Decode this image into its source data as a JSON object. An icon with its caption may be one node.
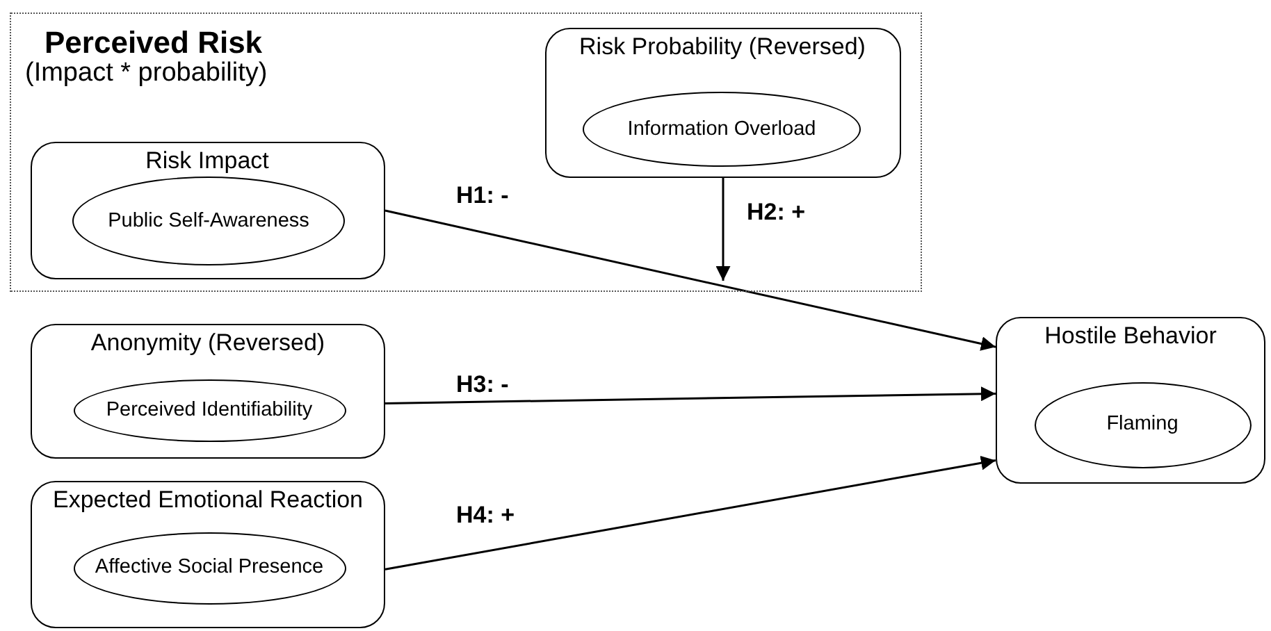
{
  "diagram": {
    "nodes": [
      {
        "text": [
          "Perceived Risk",
          "(Impact * probability)"
        ]
      },
      {
        "text": [
          "Risk Impact"
        ],
        "in": 0
      },
      {
        "text": [
          "Public Self-Awareness"
        ],
        "in": 1
      },
      {
        "text": [
          "Risk Probability (Reversed)"
        ],
        "in": 0
      },
      {
        "text": [
          "Information Overload"
        ],
        "in": 3
      },
      {
        "text": [
          "Anonymity (Reversed)"
        ]
      },
      {
        "text": [
          "Perceived Identifiability"
        ],
        "in": 5
      },
      {
        "text": [
          "Expected Emotional Reaction"
        ]
      },
      {
        "text": [
          "Affective Social Presence"
        ],
        "in": 7
      },
      {
        "text": [
          "Hostile Behavior"
        ]
      },
      {
        "text": [
          "Flaming"
        ],
        "in": 9
      }
    ],
    "edges": [
      {
        "from": 1,
        "to": 9,
        "arrow": "to",
        "label": "H1: -"
      },
      {
        "from": 3,
        "to": null,
        "arrow": "to",
        "label": "H2: +"
      },
      {
        "from": 5,
        "to": 9,
        "arrow": "to",
        "label": "H3: -"
      },
      {
        "from": 7,
        "to": 9,
        "arrow": "to",
        "label": "H4: +"
      }
    ]
  }
}
